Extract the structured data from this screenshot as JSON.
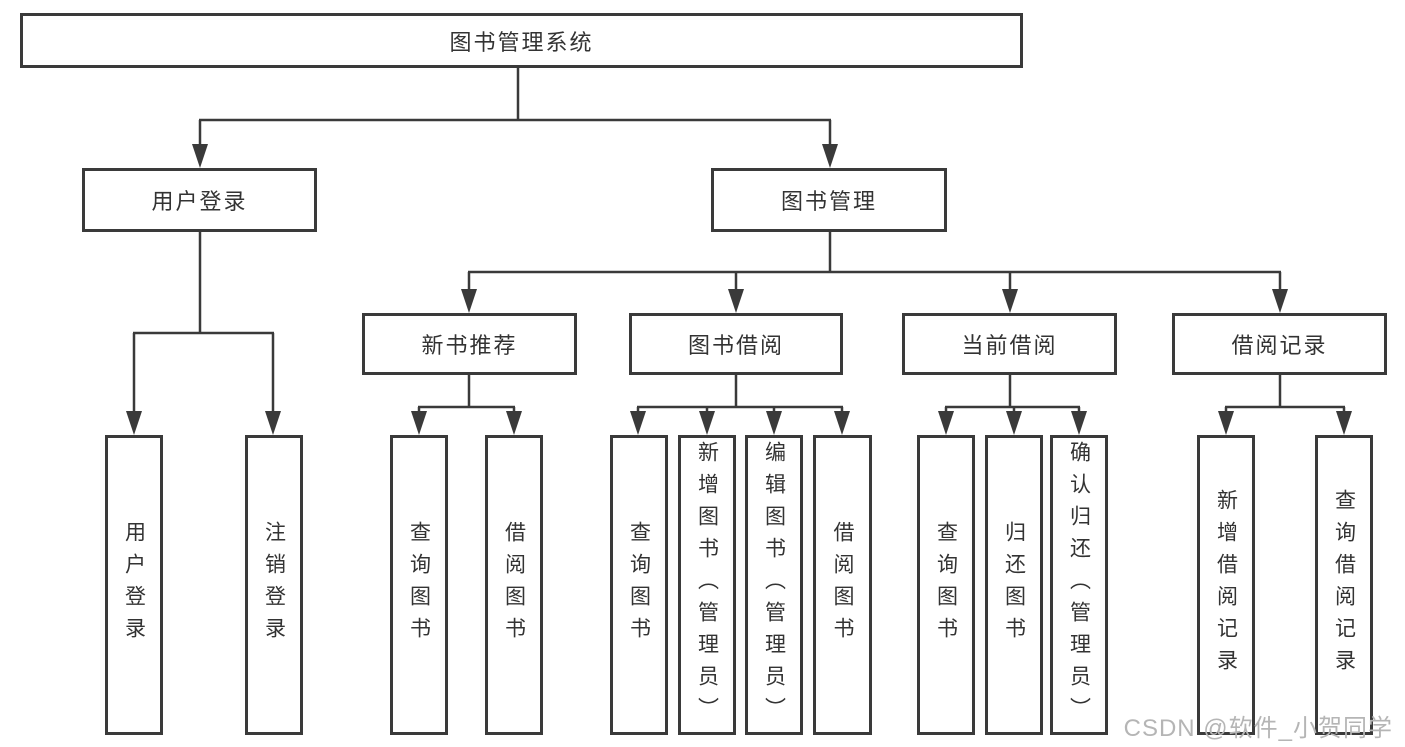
{
  "diagram": {
    "root": {
      "label": "图书管理系统"
    },
    "level1": [
      {
        "label": "用户登录"
      },
      {
        "label": "图书管理"
      }
    ],
    "level2": [
      {
        "label": "新书推荐"
      },
      {
        "label": "图书借阅"
      },
      {
        "label": "当前借阅"
      },
      {
        "label": "借阅记录"
      }
    ],
    "leaves": [
      {
        "label": "用户登录"
      },
      {
        "label": "注销登录"
      },
      {
        "label": "查询图书"
      },
      {
        "label": "借阅图书"
      },
      {
        "label": "查询图书"
      },
      {
        "label": "新增图书（管理员）"
      },
      {
        "label": "编辑图书（管理员）"
      },
      {
        "label": "借阅图书"
      },
      {
        "label": "查询图书"
      },
      {
        "label": "归还图书"
      },
      {
        "label": "确认归还（管理员）"
      },
      {
        "label": "新增借阅记录"
      },
      {
        "label": "查询借阅记录"
      }
    ]
  },
  "watermark": {
    "text": "CSDN @软件_小贺同学"
  },
  "colors": {
    "line": "#3a3a3a",
    "text": "#333333",
    "watermark": "#b5b5b5",
    "background": "#ffffff"
  }
}
